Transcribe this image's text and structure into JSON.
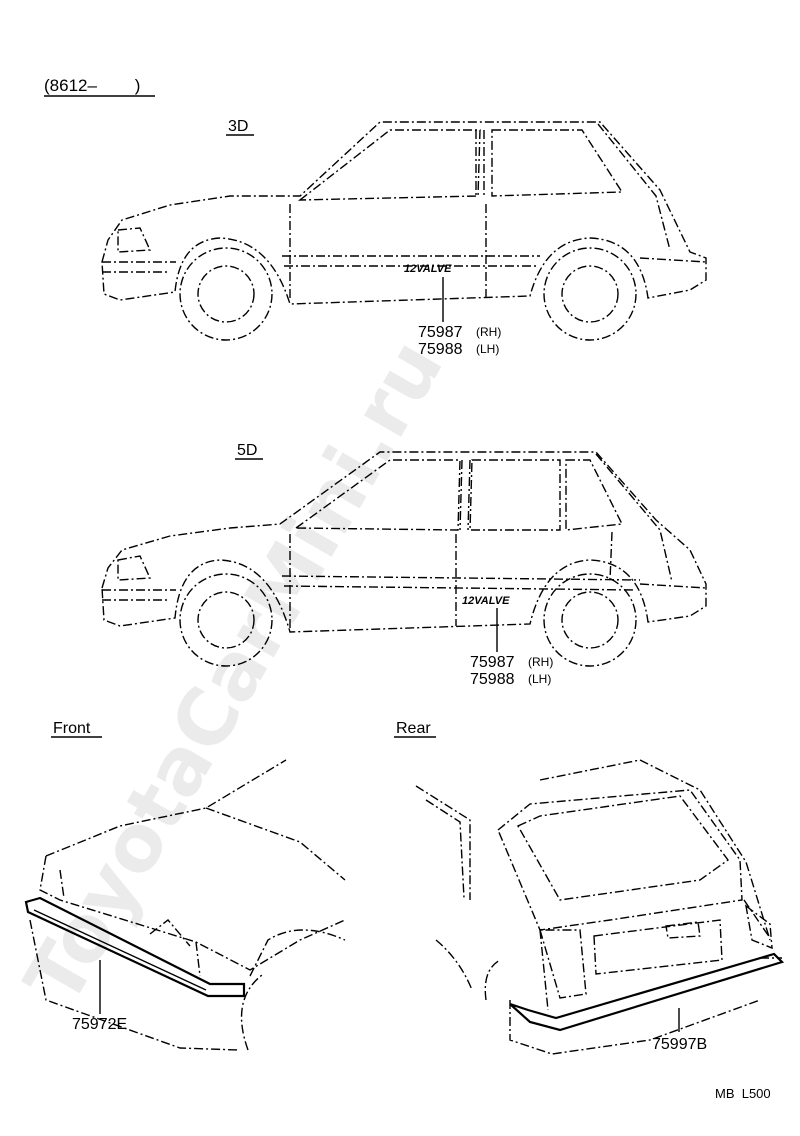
{
  "header": {
    "code": "(8612–        )"
  },
  "views": {
    "three_door": {
      "label": "3D",
      "badge": "12VALVE",
      "part_rh": "75987",
      "part_rh_side": "(RH)",
      "part_lh": "75988",
      "part_lh_side": "(LH)"
    },
    "five_door": {
      "label": "5D",
      "badge": "12VALVE",
      "part_rh": "75987",
      "part_rh_side": "(RH)",
      "part_lh": "75988",
      "part_lh_side": "(LH)"
    },
    "front": {
      "label": "Front",
      "part": "75972E"
    },
    "rear": {
      "label": "Rear",
      "part": "75997B"
    }
  },
  "footer": {
    "code": "MB  L500"
  },
  "watermark": "ToyotaCarMini.ru"
}
